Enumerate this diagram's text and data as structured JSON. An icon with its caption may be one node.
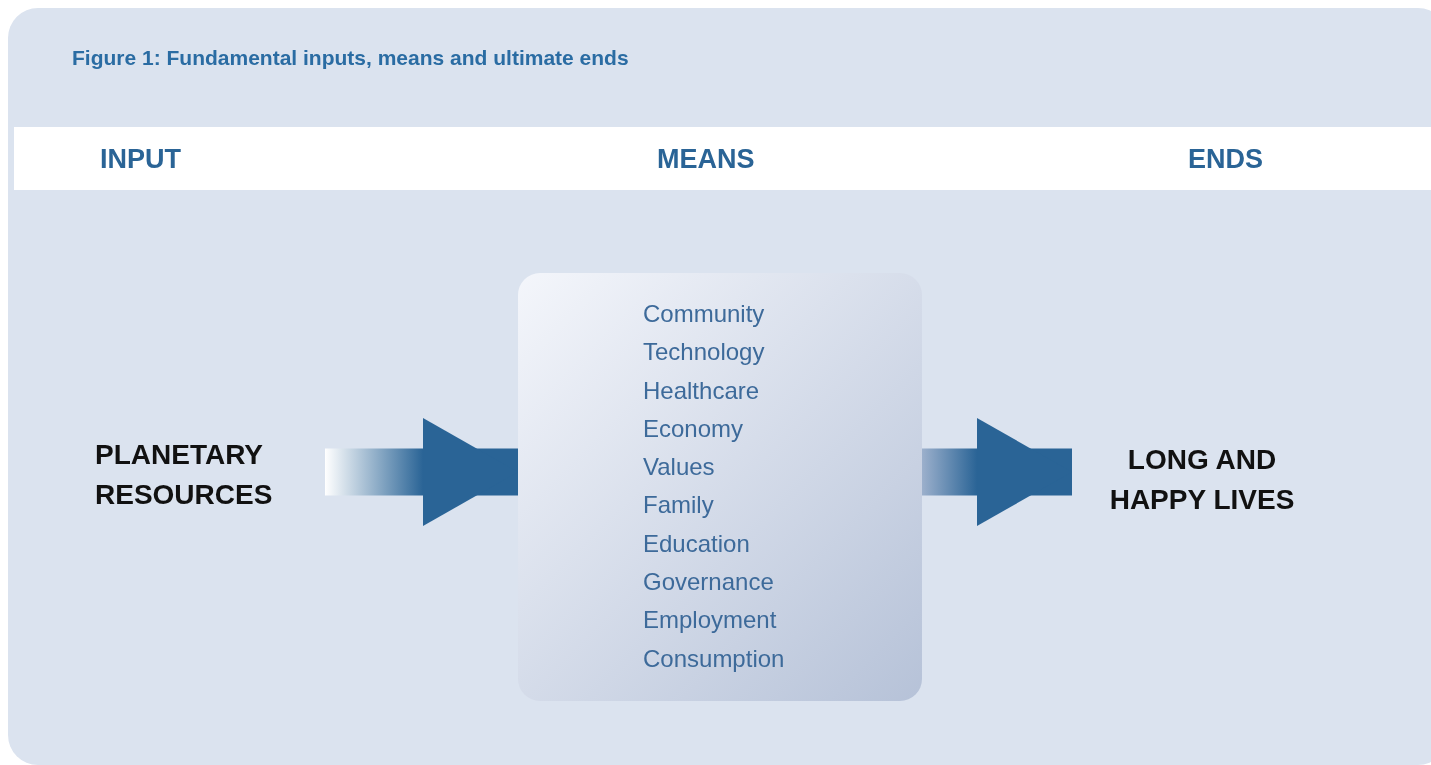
{
  "diagram": {
    "title": "Figure 1: Fundamental inputs, means and ultimate ends",
    "nodes": [
      {
        "text": [
          "PLANETARY RESOURCES"
        ]
      },
      {
        "text": [
          "Community",
          "Technology",
          "Healthcare",
          "Economy",
          "Values",
          "Family",
          "Education",
          "Governance",
          "Employment",
          "Consumption"
        ]
      },
      {
        "text": [
          "LONG AND HAPPY LIVES"
        ]
      }
    ],
    "edges": [
      {
        "from": 0,
        "to": 1,
        "arrow": "to"
      },
      {
        "from": 1,
        "to": 2,
        "arrow": "to"
      }
    ],
    "labels": [
      "INPUT",
      "MEANS",
      "ENDS"
    ]
  }
}
